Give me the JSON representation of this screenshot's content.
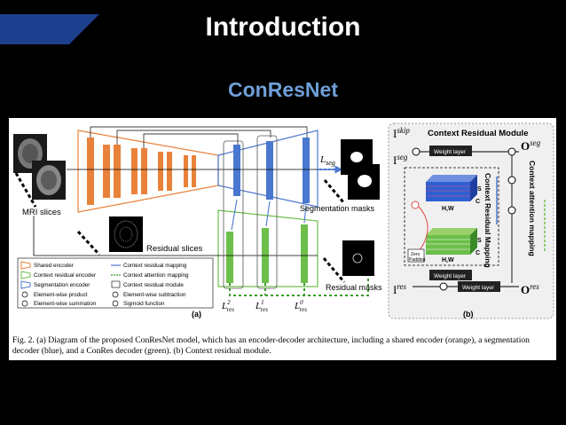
{
  "slide": {
    "title": "Introduction",
    "subtitle": "ConResNet",
    "colors": {
      "background": "#000000",
      "banner": "#1f3f8f",
      "subtitle": "#6f9fd8",
      "shared_encoder": "#e8823a",
      "segmentation": "#4a78d0",
      "residual": "#6cbf4a"
    }
  },
  "figure": {
    "left_panel": {
      "label": "(a)",
      "mri_label": "MRI slices",
      "seg_masks_label": "Segmentation masks",
      "residual_slices_label": "Residual slices",
      "residual_masks_label": "Residual masks",
      "loss_seg": {
        "main": "L",
        "sub": "seg"
      },
      "loss_res": [
        {
          "main": "L",
          "sub": "res",
          "sup": "2"
        },
        {
          "main": "L",
          "sub": "res",
          "sup": "1"
        },
        {
          "main": "L",
          "sub": "res",
          "sup": "0"
        }
      ],
      "legend": [
        {
          "label": "Shared encoder",
          "icon": "trapezoid-orange-icon"
        },
        {
          "label": "Context residual mapping",
          "icon": "double-arrow-icon"
        },
        {
          "label": "Context residual encoder",
          "icon": "trapezoid-green-icon"
        },
        {
          "label": "Context attention mapping",
          "icon": "dashed-arrow-icon"
        },
        {
          "label": "Segmentation encoder",
          "icon": "trapezoid-blue-icon"
        },
        {
          "label": "Context residual module",
          "icon": "box-icon"
        },
        {
          "label": "Element-wise product",
          "icon": "otimes-icon"
        },
        {
          "label": "Element-wise subtraction",
          "icon": "ominus-icon"
        },
        {
          "label": "Element-wise summation",
          "icon": "oplus-icon"
        },
        {
          "label": "Sigmoid function",
          "icon": "oslash-icon"
        }
      ]
    },
    "right_panel": {
      "label": "(b)",
      "title": "Context Residual Module",
      "i_skip": {
        "main": "I",
        "sup": "skip"
      },
      "i_seg": {
        "main": "I",
        "sup": "seg"
      },
      "i_res": {
        "main": "I",
        "sup": "res"
      },
      "o_seg": {
        "main": "O",
        "sup": "seg"
      },
      "o_res": {
        "main": "O",
        "sup": "res"
      },
      "weight_layer": "Weight layer",
      "context_residual_mapping": "Context Residual Mapping",
      "context_attention_mapping": "Context attention mapping",
      "s_label": "S",
      "c_label": "C",
      "hw_label": "H,W",
      "zero_padding": [
        "Zero",
        "Padding"
      ]
    },
    "caption": "Fig. 2.  (a) Diagram of the proposed ConResNet model, which has an encoder-decoder architecture, including a shared encoder (orange), a segmentation decoder (blue), and a ConRes decoder (green). (b) Context residual module."
  }
}
